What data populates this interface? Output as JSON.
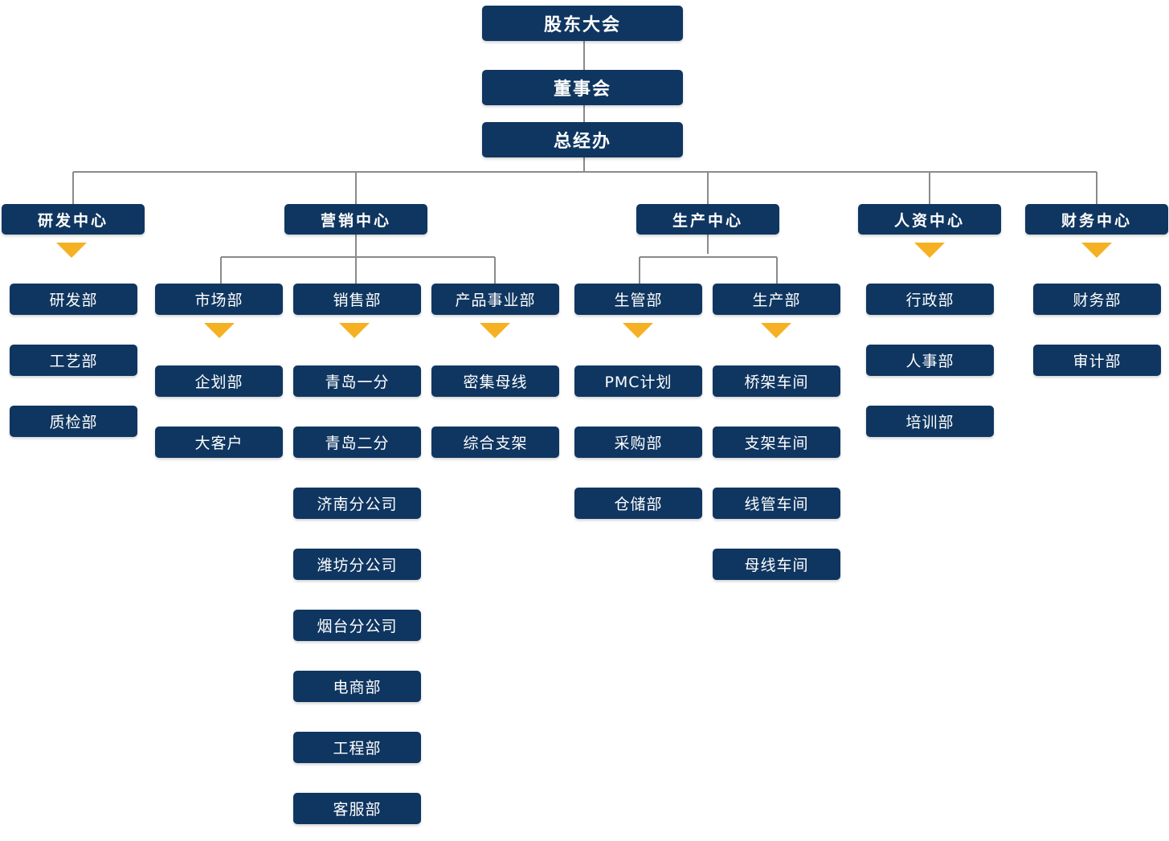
{
  "colors": {
    "box": "#0f3660",
    "text": "#ffffff",
    "connector": "#8a8a8a",
    "arrow": "#f5b123"
  },
  "top": {
    "shareholders": "股东大会",
    "board": "董事会",
    "gm_office": "总经办"
  },
  "centers": {
    "rnd": {
      "label": "研发中心",
      "departments": [
        "研发部",
        "工艺部",
        "质检部"
      ]
    },
    "marketing": {
      "label": "营销中心",
      "market": {
        "label": "市场部",
        "subs": [
          "企划部",
          "大客户"
        ]
      },
      "sales": {
        "label": "销售部",
        "subs": [
          "青岛一分",
          "青岛二分",
          "济南分公司",
          "潍坊分公司",
          "烟台分公司",
          "电商部",
          "工程部",
          "客服部"
        ]
      },
      "product": {
        "label": "产品事业部",
        "subs": [
          "密集母线",
          "综合支架"
        ]
      }
    },
    "production": {
      "label": "生产中心",
      "mgmt": {
        "label": "生管部",
        "subs": [
          "PMC计划",
          "采购部",
          "仓储部"
        ]
      },
      "prod": {
        "label": "生产部",
        "subs": [
          "桥架车间",
          "支架车间",
          "线管车间",
          "母线车间"
        ]
      }
    },
    "hr": {
      "label": "人资中心",
      "departments": [
        "行政部",
        "人事部",
        "培训部"
      ]
    },
    "finance": {
      "label": "财务中心",
      "departments": [
        "财务部",
        "审计部"
      ]
    }
  }
}
